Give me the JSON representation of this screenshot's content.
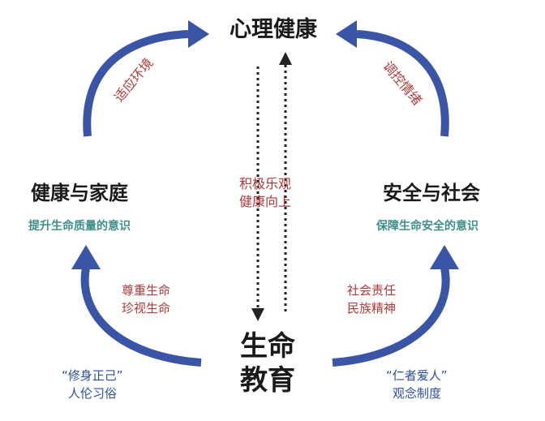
{
  "nodes": {
    "top": "心理健康",
    "left": "健康与家庭",
    "right": "安全与社会",
    "bottom_line1": "生命",
    "bottom_line2": "教育"
  },
  "subtitles": {
    "left": "提升生命质量的意识",
    "right": "保障生命安全的意识"
  },
  "arrow_labels": {
    "top_left": "适应环境",
    "top_right": "调控情绪",
    "bottom_left": [
      "尊重生命",
      "珍视生命"
    ],
    "bottom_right": [
      "社会责任",
      "民族精神"
    ],
    "center": [
      "积极乐观",
      "健康向上"
    ]
  },
  "corner_labels": {
    "bottom_left": [
      "“修身正己”",
      "人伦习俗"
    ],
    "bottom_right": [
      "“仁者爱人”",
      "观念制度"
    ]
  },
  "colors": {
    "arrow": "#3b55a6",
    "title": "#1a1a1a",
    "subtitle": "#3e8e8a",
    "red_label": "#b0393a",
    "blue_label": "#2c4fa3"
  }
}
